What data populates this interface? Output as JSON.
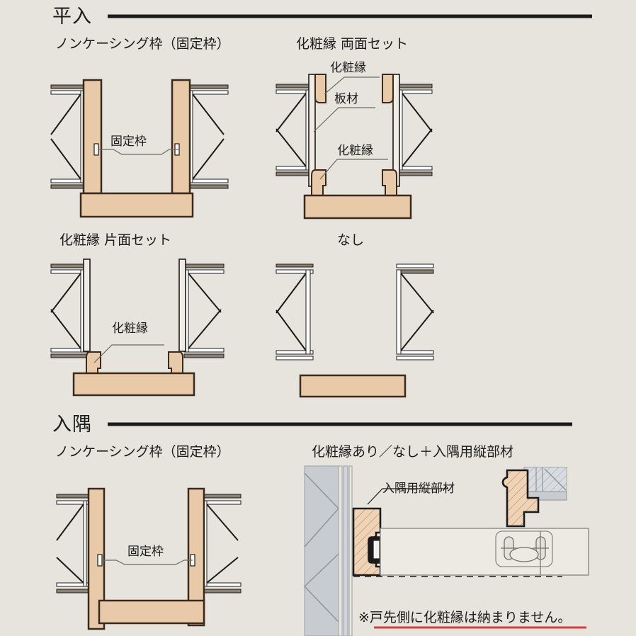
{
  "background_color": "#e7e4dd",
  "wood_fill": "#e8c9a8",
  "wood_stroke": "#3a2a1e",
  "wall_fill": "#c8ccd0",
  "line_color": "#1b1b1b",
  "accent_red": "#d93a3a",
  "sections": [
    {
      "id": "hirairi",
      "title": "平入",
      "panels": [
        {
          "id": "hirairi-non-casing",
          "subtitle": "ノンケーシング枠（固定枠）",
          "labels": [
            "固定枠"
          ]
        },
        {
          "id": "hirairi-both-sides",
          "subtitle": "化粧縁 両面セット",
          "labels": [
            "化粧縁",
            "板材",
            "化粧縁"
          ]
        },
        {
          "id": "hirairi-one-side",
          "subtitle": "化粧縁 片面セット",
          "labels": [
            "化粧縁"
          ]
        },
        {
          "id": "hirairi-none",
          "subtitle": "なし",
          "labels": []
        }
      ]
    },
    {
      "id": "irisumi",
      "title": "入隅",
      "panels": [
        {
          "id": "irisumi-non-casing",
          "subtitle": "ノンケーシング枠（固定枠）",
          "labels": [
            "固定枠"
          ]
        },
        {
          "id": "irisumi-with-without",
          "subtitle": "化粧縁あり／なし＋入隅用縦部材",
          "labels": [
            "入隅用縦部材"
          ],
          "note": "※戸先側に化粧縁は納まりません。"
        }
      ]
    }
  ],
  "labels": {
    "kotei_waku": "固定枠",
    "kesho_fuchi": "化粧縁",
    "itazai": "板材",
    "irisumi_tate": "入隅用縦部材"
  },
  "note_text": "※戸先側に化粧縁は納まりません。"
}
